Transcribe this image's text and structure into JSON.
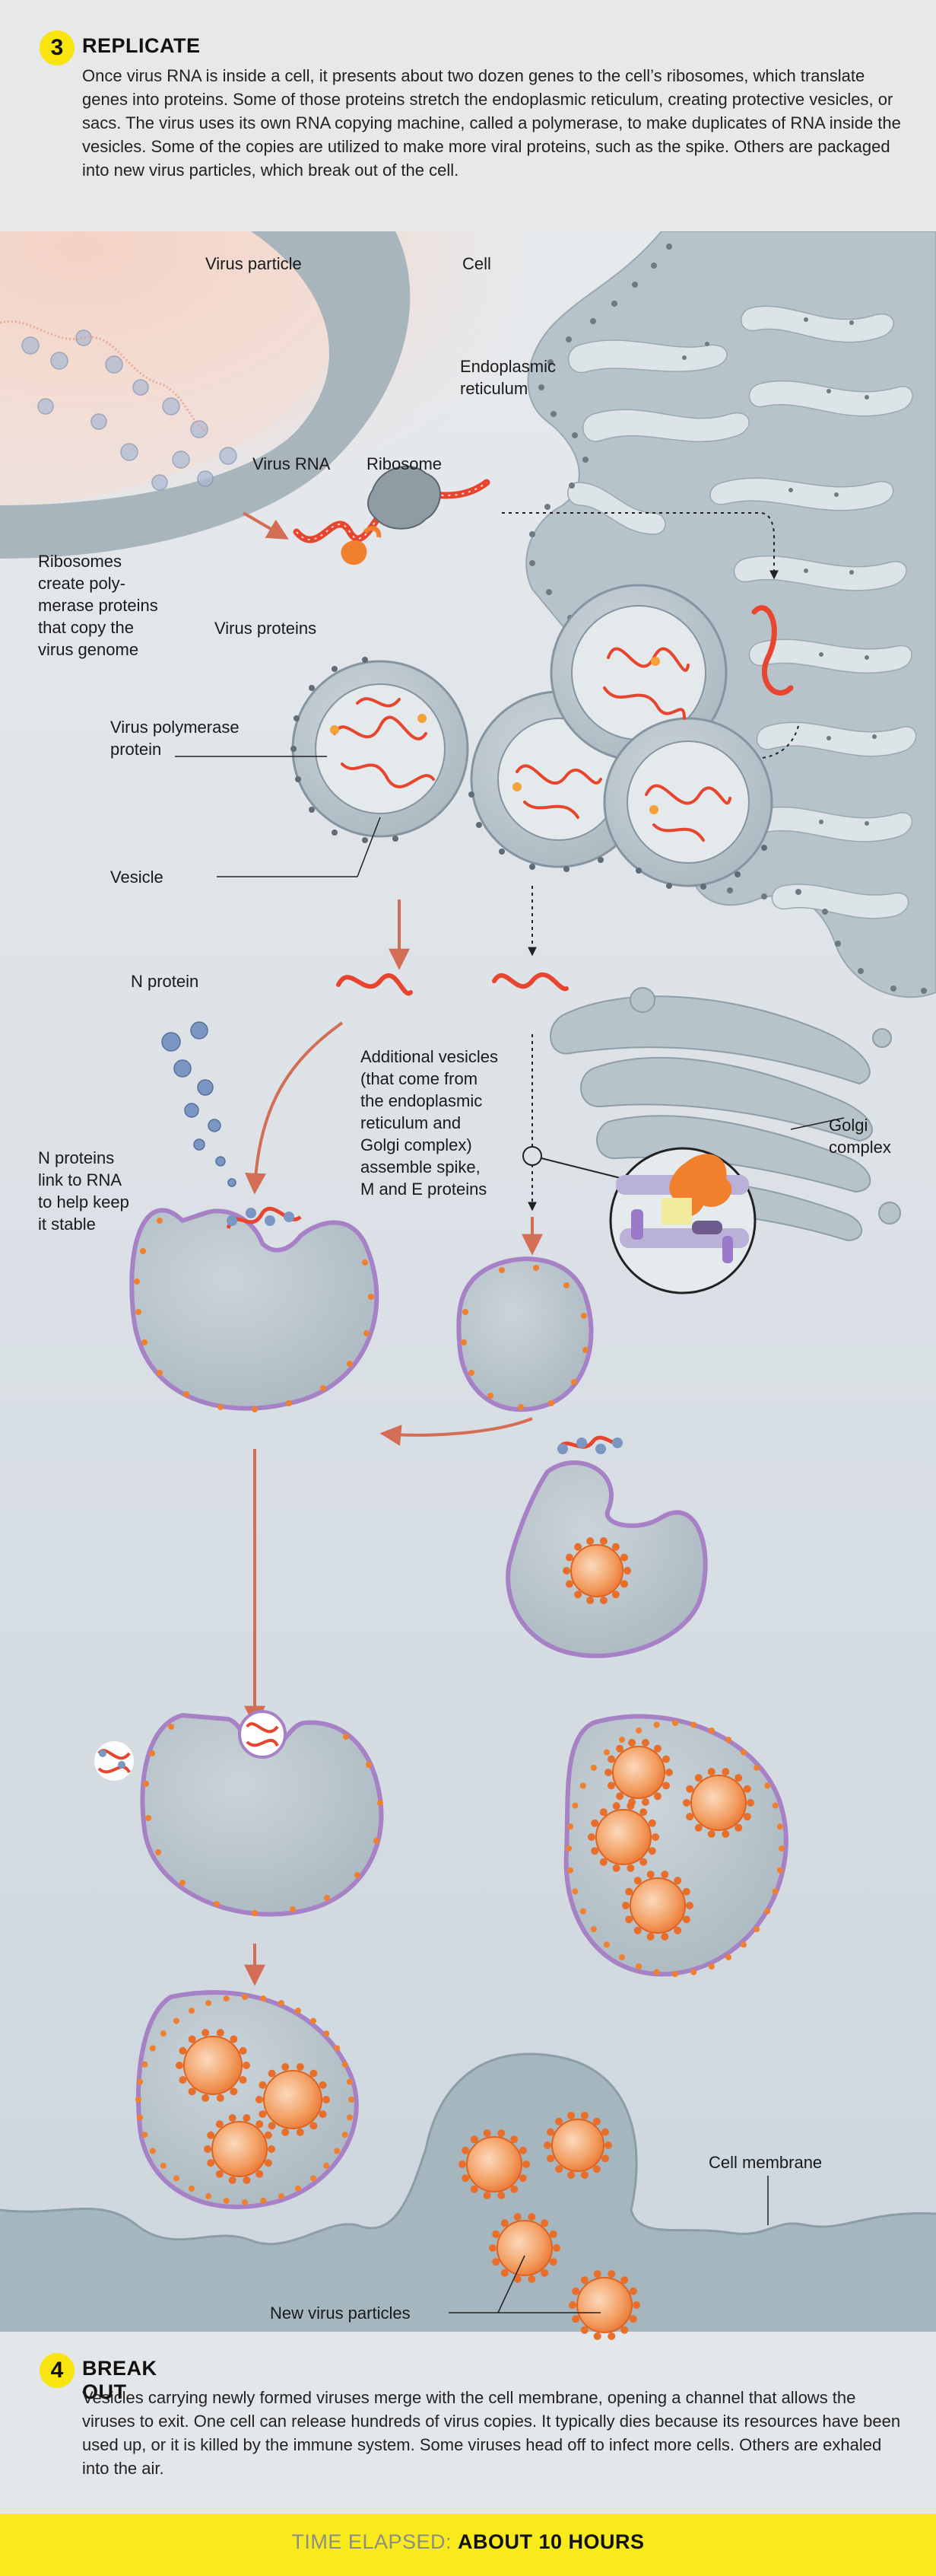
{
  "step3": {
    "number": "3",
    "title": "REPLICATE",
    "body": "Once virus RNA is inside a cell, it presents about two dozen genes to the cell’s ribosomes, which translate genes into proteins. Some of those proteins stretch the endoplasmic reticulum, creating protective vesicles, or sacs. The virus uses its own RNA copying machine, called a polymerase, to make duplicates of RNA inside the vesicles. Some of the copies are utilized to make more viral proteins, such as the spike. Others are packaged into new virus particles, which break out of the cell."
  },
  "labels": {
    "virus_particle": "Virus particle",
    "cell": "Cell",
    "er": [
      "Endoplasmic",
      "reticulum"
    ],
    "virus_rna": "Virus RNA",
    "ribosome": "Ribosome",
    "ribosomes_note": [
      "Ribosomes",
      "create poly-",
      "merase proteins",
      "that copy the",
      "virus genome"
    ],
    "virus_proteins": "Virus proteins",
    "polymerase": [
      "Virus polymerase",
      "protein"
    ],
    "vesicle": "Vesicle",
    "n_protein": "N protein",
    "n_proteins_note": [
      "N proteins",
      "link to RNA",
      "to help keep",
      "it stable"
    ],
    "additional_vesicles": [
      "Additional vesicles",
      "(that come from",
      "the endoplasmic",
      "reticulum and",
      "Golgi complex)",
      "assemble spike,",
      "M and E proteins"
    ],
    "golgi": [
      "Golgi",
      "complex"
    ],
    "cell_membrane": "Cell membrane",
    "new_virus_particles": "New virus particles"
  },
  "step4": {
    "number": "4",
    "title": "BREAK OUT",
    "body": "Vesicles carrying newly formed viruses merge with the cell membrane, opening a channel that allows the viruses to exit. One cell can release hundreds of virus copies. It typically dies because its resources have been used up, or it is killed by the immune system. Some viruses head off to infect more cells. Others are exhaled into the air."
  },
  "footer": {
    "label": "TIME ELAPSED:",
    "value": "ABOUT 10 HOURS"
  },
  "colors": {
    "badge": "#f8e510",
    "rna": "#e8452e",
    "virus": "#f07f2e",
    "arrow": "#d36d55",
    "er": "#b7c3ca",
    "background": "#dde4e8"
  }
}
